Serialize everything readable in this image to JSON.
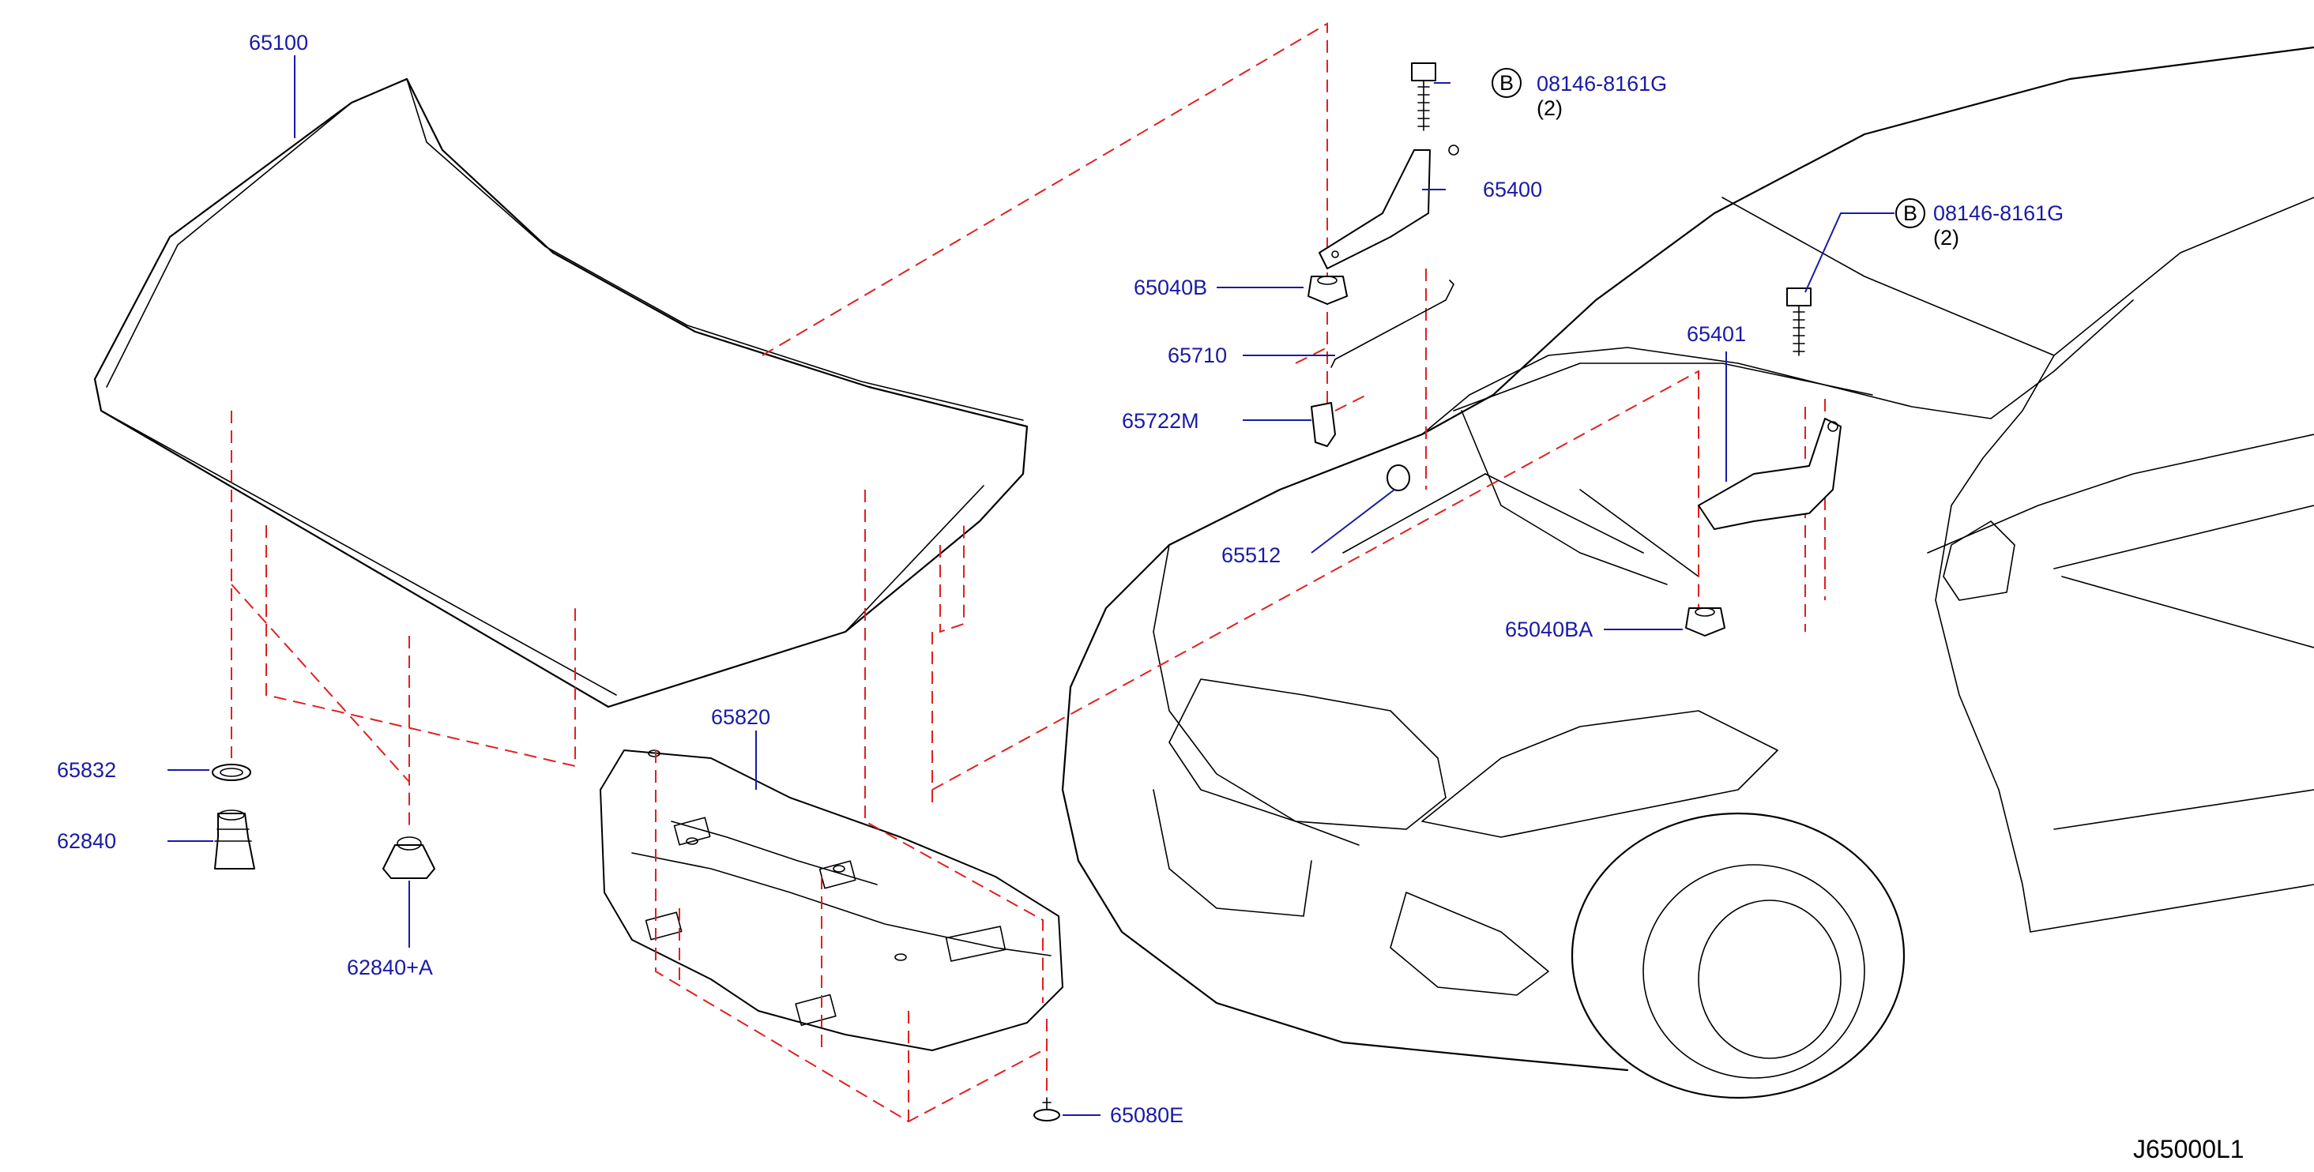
{
  "diagram_code": "J65000L1",
  "bolt_symbol": "B",
  "parts": {
    "p65100": "65100",
    "p08146_a": "08146-8161G",
    "p08146_a_qty": "(2)",
    "p65400": "65400",
    "p08146_b": "08146-8161G",
    "p08146_b_qty": "(2)",
    "p65040b": "65040B",
    "p65401": "65401",
    "p65710": "65710",
    "p65722m": "65722M",
    "p65512": "65512",
    "p65040ba": "65040BA",
    "p65820": "65820",
    "p65832": "65832",
    "p62840": "62840",
    "p62840a": "62840+A",
    "p65080e": "65080E"
  },
  "colors": {
    "label": "#1a1aa8",
    "dashed_guides": "#e02020",
    "linework": "#000000"
  }
}
